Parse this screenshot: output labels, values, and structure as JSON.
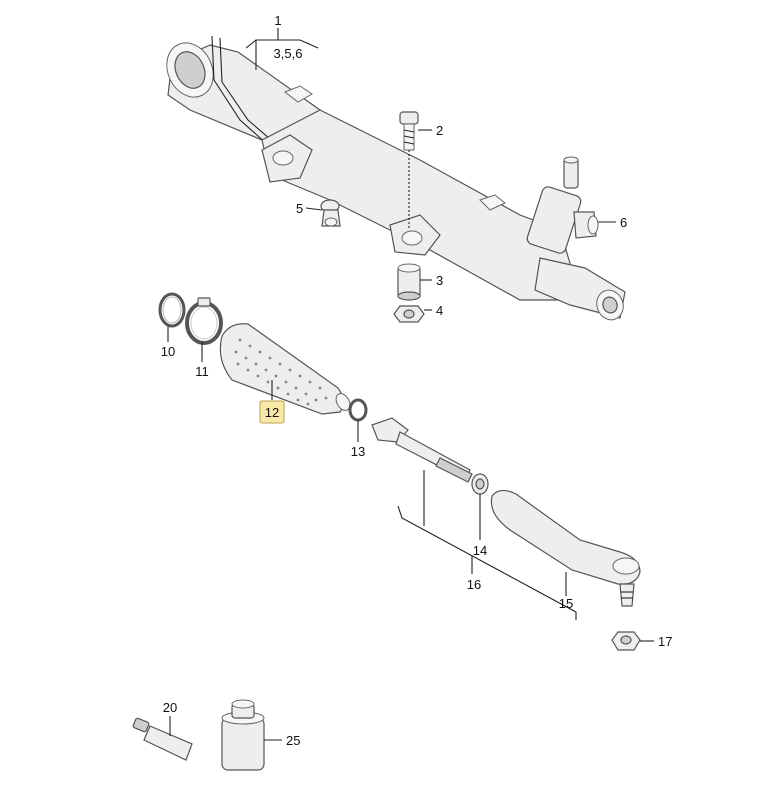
{
  "callouts": {
    "c1": "1",
    "c1_sub": "3,5,6",
    "c2": "2",
    "c3": "3",
    "c4": "4",
    "c5": "5",
    "c6": "6",
    "c10": "10",
    "c11": "11",
    "c12": "12",
    "c13": "13",
    "c14": "14",
    "c15": "15",
    "c16": "16",
    "c17": "17",
    "c20": "20",
    "c25": "25"
  },
  "colors": {
    "highlight": "#f9e9a8",
    "part_fill": "#eeeeee",
    "outline": "#555555"
  }
}
